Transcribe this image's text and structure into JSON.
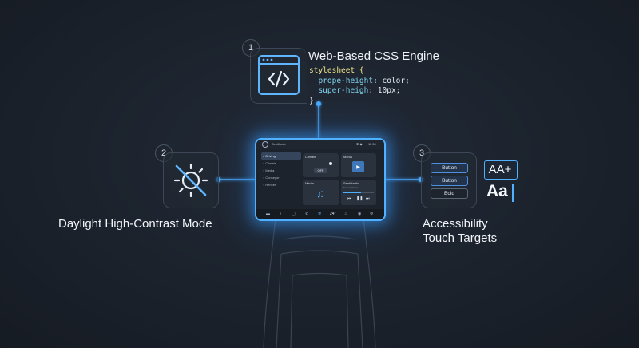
{
  "features": {
    "css_engine": {
      "number": "1",
      "title": "Web-Based CSS Engine",
      "code": {
        "l1": "stylesheet {",
        "l2_prop": "  prope-height",
        "l2_val": ": color;",
        "l3_prop": "  super-heigh",
        "l3_val": ": 10px;",
        "l4": "}"
      },
      "icon": "code-window-icon"
    },
    "daylight": {
      "number": "2",
      "title": "Daylight High-Contrast Mode",
      "icon": "sun-off-icon"
    },
    "accessibility": {
      "number": "3",
      "title_line1": "Accessibility",
      "title_line2": "Touch Targets",
      "buttons": [
        "Button",
        "Button",
        "Bold"
      ],
      "text_large": "AA+",
      "text_sample": "Aa"
    }
  },
  "screen": {
    "status_left": "Sentilbuio",
    "status_time": "11:30",
    "sidebar": [
      "Driving",
      "Climate",
      "Media",
      "Conseyor",
      "Rences"
    ],
    "cards": {
      "climate": "Climate",
      "climate_value": "OFF",
      "media_top": "Media",
      "media": "Media",
      "now_playing": "Sentidavito",
      "now_playing_sub": "Sound Nature"
    },
    "dock_temp": "24°"
  },
  "colors": {
    "accent": "#4fb1ff",
    "background": "#1b222c"
  }
}
